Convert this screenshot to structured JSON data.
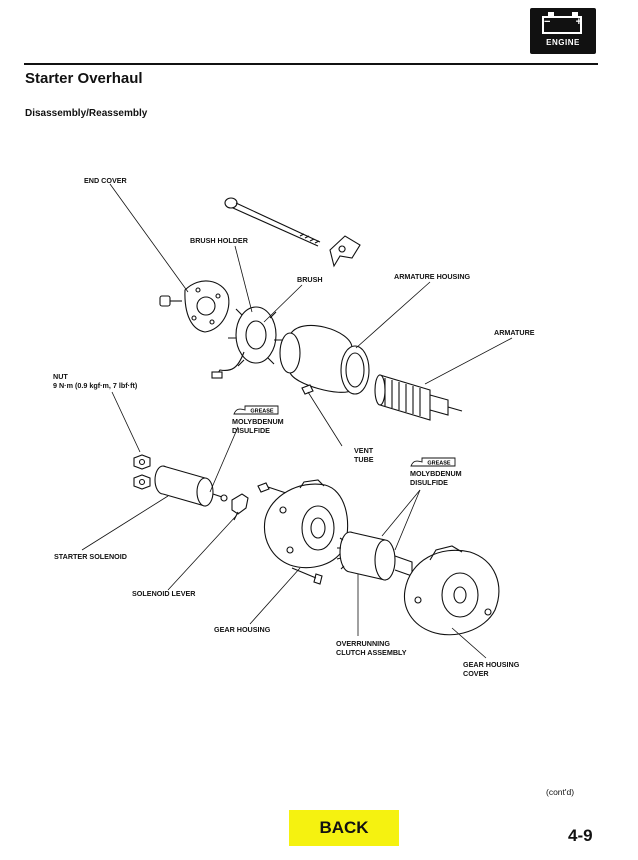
{
  "badge": {
    "icon": "battery-icon",
    "minus": "−",
    "plus": "+",
    "label": "ENGINE"
  },
  "header": {
    "title": "Starter Overhaul",
    "subtitle": "Disassembly/Reassembly"
  },
  "labels": {
    "end_cover": "END COVER",
    "brush_holder": "BRUSH HOLDER",
    "brush": "BRUSH",
    "armature_housing": "ARMATURE HOUSING",
    "armature": "ARMATURE",
    "nut": "NUT",
    "nut_torque": "9 N·m (0.9 kgf·m, 7 lbf·ft)",
    "grease_tag": "GREASE",
    "moly_1a": "MOLYBDENUM",
    "moly_1b": "DISULFIDE",
    "vent_a": "VENT",
    "vent_b": "TUBE",
    "moly_2a": "MOLYBDENUM",
    "moly_2b": "DISULFIDE",
    "starter_solenoid": "STARTER SOLENOID",
    "solenoid_lever": "SOLENOID LEVER",
    "gear_housing": "GEAR HOUSING",
    "overrunning_a": "OVERRUNNING",
    "overrunning_b": "CLUTCH ASSEMBLY",
    "gh_cover_a": "GEAR HOUSING",
    "gh_cover_b": "COVER"
  },
  "footer": {
    "contd": "(cont'd)",
    "back_label": "BACK",
    "page_number": "4-9"
  },
  "colors": {
    "back_button": "#f5f210",
    "badge": "#111111"
  }
}
